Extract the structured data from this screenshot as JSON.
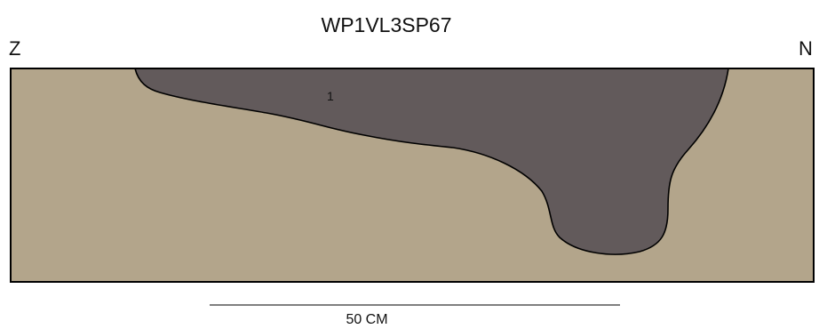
{
  "section": {
    "title": "WP1VL3SP67",
    "orientation": {
      "left": "Z",
      "right": "N"
    },
    "layers": [
      {
        "label": "1",
        "fill": "#625a5b"
      }
    ],
    "matrix_fill": "#b3a58b",
    "outline_color": "#000000",
    "scale_bar": {
      "label": "50 CM"
    }
  }
}
